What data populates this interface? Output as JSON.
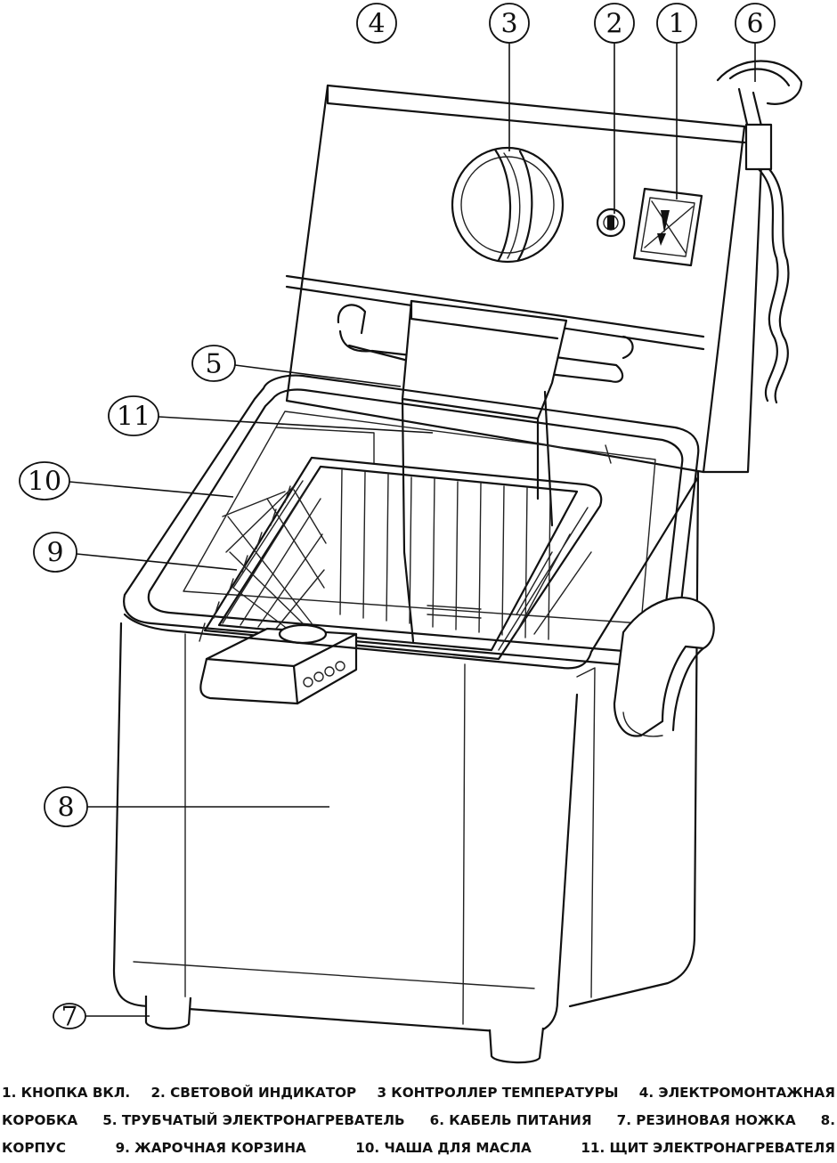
{
  "callouts": [
    {
      "num": "1",
      "part": "power-button"
    },
    {
      "num": "2",
      "part": "indicator-light"
    },
    {
      "num": "3",
      "part": "temperature-controller"
    },
    {
      "num": "4",
      "part": "electrical-box"
    },
    {
      "num": "5",
      "part": "tubular-heater"
    },
    {
      "num": "6",
      "part": "power-cable"
    },
    {
      "num": "7",
      "part": "rubber-foot"
    },
    {
      "num": "8",
      "part": "body"
    },
    {
      "num": "9",
      "part": "frying-basket"
    },
    {
      "num": "10",
      "part": "oil-bowl"
    },
    {
      "num": "11",
      "part": "heater-shield"
    }
  ],
  "legend": {
    "line1": [
      "1. КНОПКА ВКЛ.",
      "2. СВЕТОВОЙ ИНДИКАТОР",
      "3 КОНТРОЛЛЕР ТЕМПЕРАТУРЫ",
      "4. ЭЛЕКТРОМОНТАЖНАЯ"
    ],
    "line2": [
      "КОРОБКА",
      "5. ТРУБЧАТЫЙ ЭЛЕКТРОНАГРЕВАТЕЛЬ",
      "6. КАБЕЛЬ ПИТАНИЯ",
      "7. РЕЗИНОВАЯ НОЖКА",
      "8."
    ],
    "line3": [
      "КОРПУС",
      "9. ЖАРОЧНАЯ КОРЗИНА",
      "10. ЧАША ДЛЯ МАСЛА",
      "11. ЩИТ ЭЛЕКТРОНАГРЕВАТЕЛЯ"
    ]
  }
}
